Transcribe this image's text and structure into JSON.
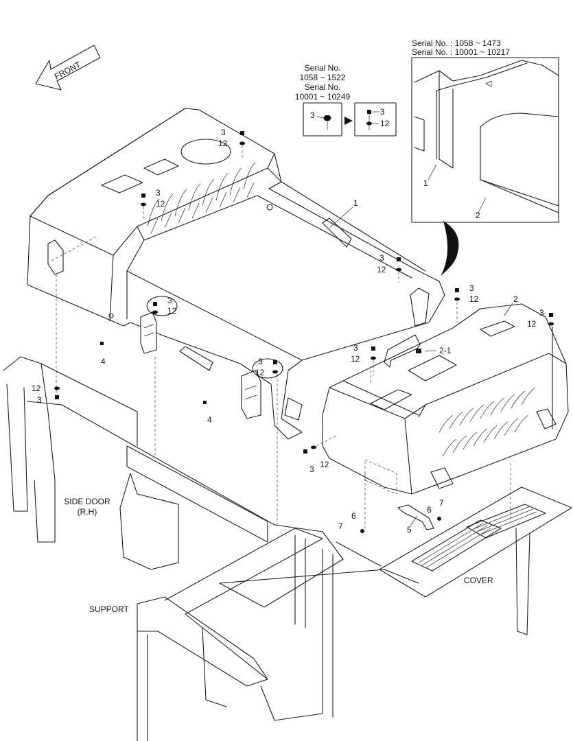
{
  "front_arrow": {
    "label": "FRONT"
  },
  "serial_note_center": {
    "line1": "Serial No.",
    "line2": "1058 ~ 1522",
    "line3": "Serial No.",
    "line4": "10001 ~ 10249"
  },
  "serial_note_inset": {
    "line1": "Serial No. : 1058 ~ 1473",
    "line2": "Serial No. : 10001 ~ 10217"
  },
  "part_labels": {
    "p1": "1",
    "p2": "2",
    "p2_1": "2-1",
    "p3": "3",
    "p4": "4",
    "p5": "5",
    "p6": "6",
    "p7": "7",
    "p12": "12"
  },
  "callouts": {
    "side_door_l1": "SIDE DOOR",
    "side_door_l2": "(R.H)",
    "support": "SUPPORT",
    "cover": "COVER"
  }
}
